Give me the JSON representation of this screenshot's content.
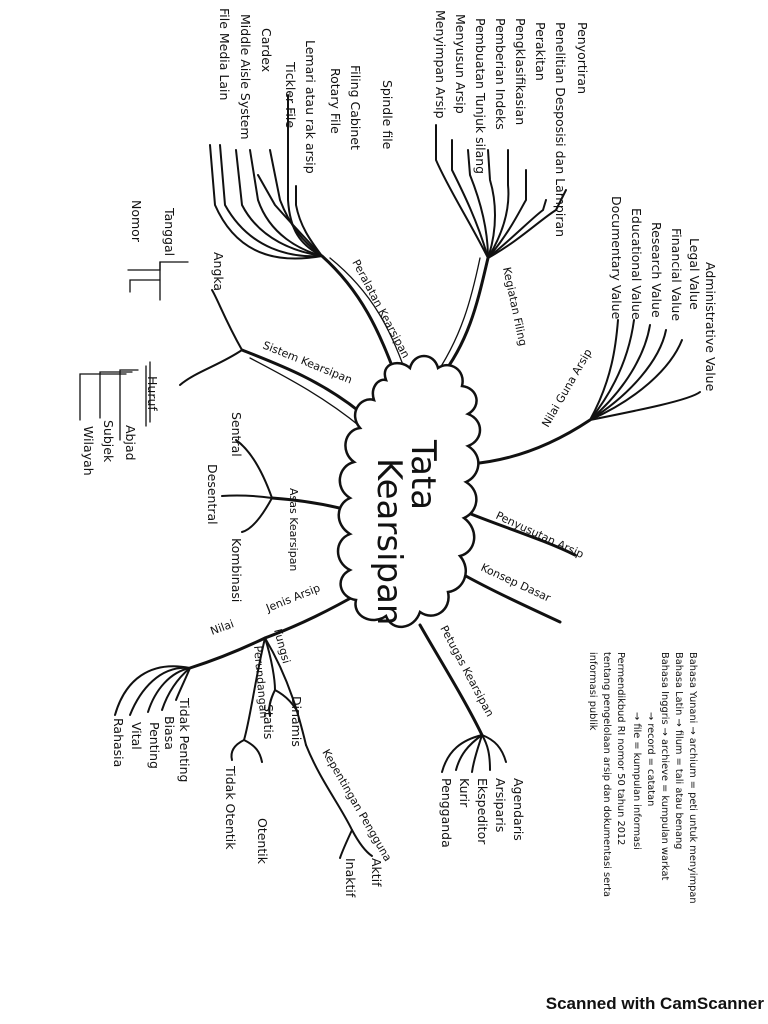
{
  "center": {
    "line1": "Tata",
    "line2": "Kearsipan"
  },
  "branches": {
    "peralatan": {
      "label": "Peralatan Kearsipan",
      "items": [
        "Spindle file",
        "Filing Cabinet",
        "Rotary File",
        "Lemari atau rak arsip",
        "Tickler File",
        "Cardex",
        "Middle Aisle System",
        "File Media Lain"
      ]
    },
    "kegiatan": {
      "label": "Kegiatan Filing",
      "items": [
        "Penyortiran",
        "Penelitian Desposisi dan Lampiran",
        "Perakitan",
        "Pengklasifikasian",
        "Pemberian Indeks",
        "Pembuatan Tunjuk silang",
        "Menyusun Arsip",
        "Menyimpan Arsip"
      ]
    },
    "nilai_guna": {
      "label": "Nilai Guna Arsip",
      "items": [
        "Administrative Value",
        "Legal Value",
        "Financial Value",
        "Research Value",
        "Educational Value",
        "Documentary Value"
      ]
    },
    "sistem": {
      "label": "Sistem Kearsipan",
      "angka": {
        "label": "Angka",
        "items": [
          "Tanggal",
          "Nomor"
        ]
      },
      "huruf": {
        "label": "Huruf",
        "items": [
          "Abjad",
          "Subjek",
          "Wilayah"
        ]
      }
    },
    "asas": {
      "label": "Asas Kearsipan",
      "items": [
        "Sentral",
        "Desentral",
        "Kombinasi"
      ]
    },
    "penyusutan": {
      "label": "Penyusutan Arsip"
    },
    "konsep": {
      "label": "Konsep Dasar",
      "notes": [
        "Bahasa Yunani → archium = peti untuk menyimpan",
        "Bahasa Latin → filum = tali atau benang",
        "Bahasa Inggris → archieve = kumpulan warkat",
        "→ record = catatan",
        "→ file = kumpulan informasi",
        "Permendikbud RI nomor 50 tahun 2012",
        "tentang pengelolaan arsip dan dokumentasi serta",
        "informasi publik"
      ]
    },
    "petugas": {
      "label": "Petugas Kearsipan",
      "items": [
        "Agendaris",
        "Arsiparis",
        "Ekspeditor",
        "Kurir",
        "Pengganda"
      ]
    },
    "jenis": {
      "label": "Jenis Arsip",
      "nilai": {
        "label": "Nilai",
        "items": [
          "Tidak Penting",
          "Biasa",
          "Penting",
          "Vital",
          "Rahasia"
        ]
      },
      "fungsi": {
        "label": "Fungsi",
        "items": [
          "Statis",
          "Dinamis"
        ]
      },
      "perundangan": {
        "label": "Perundangan",
        "items": [
          "Otentik",
          "Tidak Otentik"
        ]
      },
      "kepentingan": {
        "label": "Kepentingan Pengguna",
        "items": [
          "Aktif",
          "Inaktif"
        ]
      }
    }
  },
  "watermark": "Scanned with CamScanner"
}
